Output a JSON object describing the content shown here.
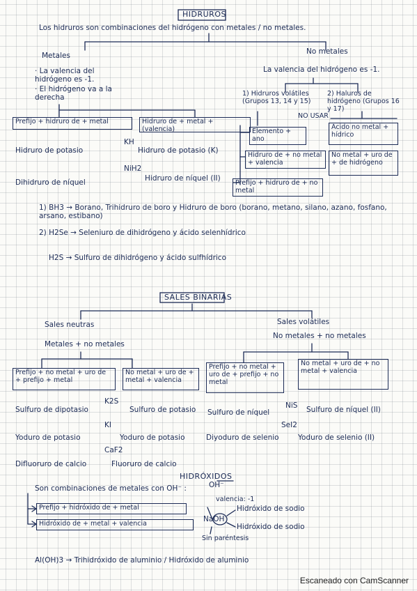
{
  "hidruros": {
    "title": "HIDRUROS",
    "intro": "Los hidruros son combinaciones del hidrógeno con metales / no metales.",
    "metales": {
      "label": "Metales",
      "note1": "· La valencia del hidrógeno es -1.",
      "note2": "· El hidrógeno va a la derecha",
      "box_a": "Prefijo + hidruro de + metal",
      "box_b": "Hidruro de + metal + (valencia)",
      "f1": "KH",
      "n1a": "Hidruro de potasio",
      "n1b": "Hidruro de potasio (K)",
      "f2": "NiH2",
      "n2a": "Dihidruro de níquel",
      "n2b": "Hidruro de níquel (II)"
    },
    "nometales": {
      "label": "No metales",
      "note": "La valencia del hidrógeno es -1.",
      "sub1": "1) Hidruros volátiles (Grupos 13, 14 y 15)",
      "sub2": "2) Haluros de hidrógeno (Grupos 16 y 17)",
      "nousar": "NO USAR",
      "box1": "Elemento + ano",
      "box2": "Hidruro de + no metal + valencia",
      "box3": "Prefijo + hidruro de + no metal",
      "box4": "Ácido no metal + hídrico",
      "box5": "No metal + uro de + de hidrógeno"
    },
    "ex1": "1) BH3 → Borano, Trihidruro de boro y Hidruro de boro (borano, metano, silano, azano, fosfano, arsano, estibano)",
    "ex2": "2) H2Se → Seleniuro de dihidrógeno y ácido selenhídrico",
    "ex3": "H2S → Sulfuro de dihidrógeno y ácido sulfhídrico"
  },
  "sales": {
    "title": "SALES BINARIAS",
    "neutras": {
      "label": "Sales neutras",
      "note": "Metales + no metales",
      "box_a": "Prefijo + no metal + uro de + prefijo + metal",
      "box_b": "No metal + uro de + metal + valencia",
      "f1": "K2S",
      "n1a": "Sulfuro de dipotasio",
      "n1b": "Sulfuro de potasio",
      "f2": "KI",
      "n2a": "Yoduro de potasio",
      "n2b": "Yoduro de potasio",
      "f3": "CaF2",
      "n3a": "Difluoruro de calcio",
      "n3b": "Fluoruro de calcio"
    },
    "volatiles": {
      "label": "Sales volátiles",
      "note": "No metales + no metales",
      "box_a": "Prefijo + no metal + uro de + prefijo + no metal",
      "box_b": "No metal + uro de + no metal + valencia",
      "f1": "NiS",
      "n1a": "Sulfuro de níquel",
      "n1b": "Sulfuro de níquel (II)",
      "f2": "SeI2",
      "n2a": "Diyoduro de selenio",
      "n2b": "Yoduro de selenio (II)"
    }
  },
  "hidroxidos": {
    "title": "HIDRÓXIDOS",
    "intro": "Son combinaciones de metales con OH⁻ :",
    "oh": "OH⁻",
    "valencia": "valencia: -1",
    "box_a": "Prefijo + hidróxido de + metal",
    "box_b": "Hidróxido de + metal + valencia",
    "naoh": "NaOH",
    "n1": "Hidróxido de sodio",
    "n2": "Hidróxido de sodio",
    "sin": "Sin paréntesis",
    "ex": "Al(OH)3 → Trihidróxido de aluminio / Hidróxido de aluminio"
  },
  "watermark": "Escaneado con CamScanner"
}
